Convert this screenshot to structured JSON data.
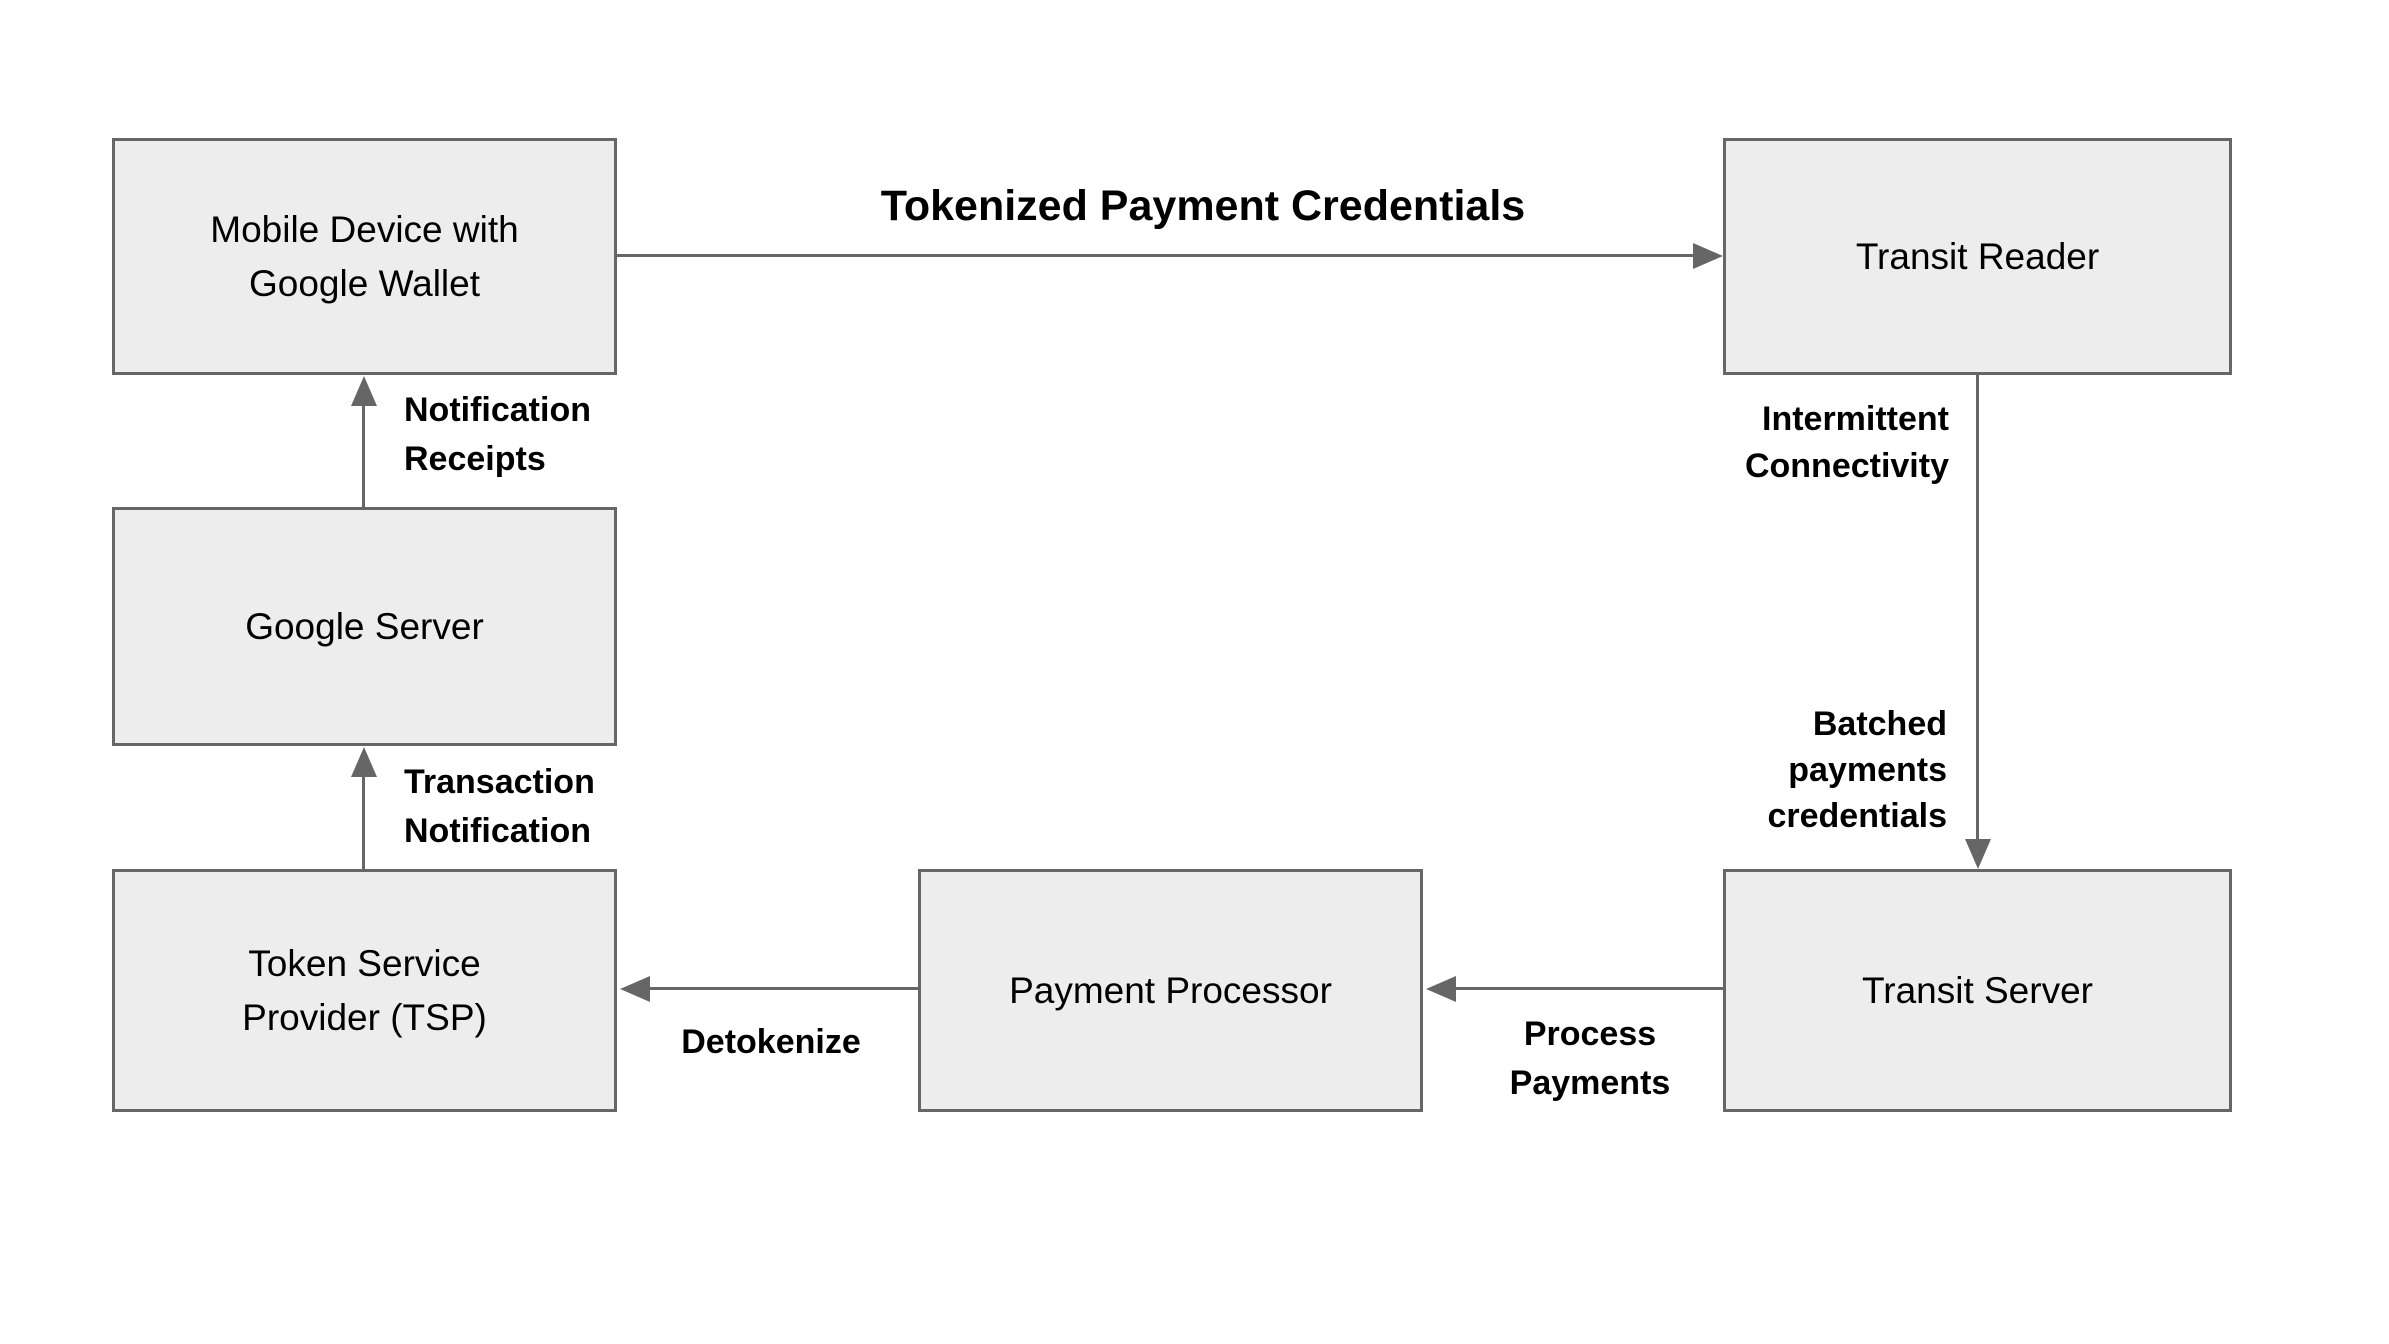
{
  "colors": {
    "background": "#ffffff",
    "node_fill": "#ededed",
    "node_border": "#666666",
    "arrow": "#666666",
    "text": "#000000"
  },
  "nodes": {
    "mobile_device": {
      "line1": "Mobile Device with",
      "line2": "Google Wallet"
    },
    "transit_reader": {
      "line1": "Transit Reader"
    },
    "google_server": {
      "line1": "Google Server"
    },
    "tsp": {
      "line1": "Token Service",
      "line2": "Provider (TSP)"
    },
    "payment_processor": {
      "line1": "Payment Processor"
    },
    "transit_server": {
      "line1": "Transit Server"
    }
  },
  "edges": {
    "tokenized": {
      "label": "Tokenized Payment Credentials"
    },
    "notification_receipts": {
      "line1": "Notification",
      "line2": "Receipts"
    },
    "transaction_notification": {
      "line1": "Transaction",
      "line2": "Notification"
    },
    "intermittent": {
      "line1": "Intermittent",
      "line2": "Connectivity"
    },
    "batched": {
      "line1": "Batched",
      "line2": "payments",
      "line3": "credentials"
    },
    "process_payments": {
      "line1": "Process",
      "line2": "Payments"
    },
    "detokenize": {
      "label": "Detokenize"
    }
  }
}
